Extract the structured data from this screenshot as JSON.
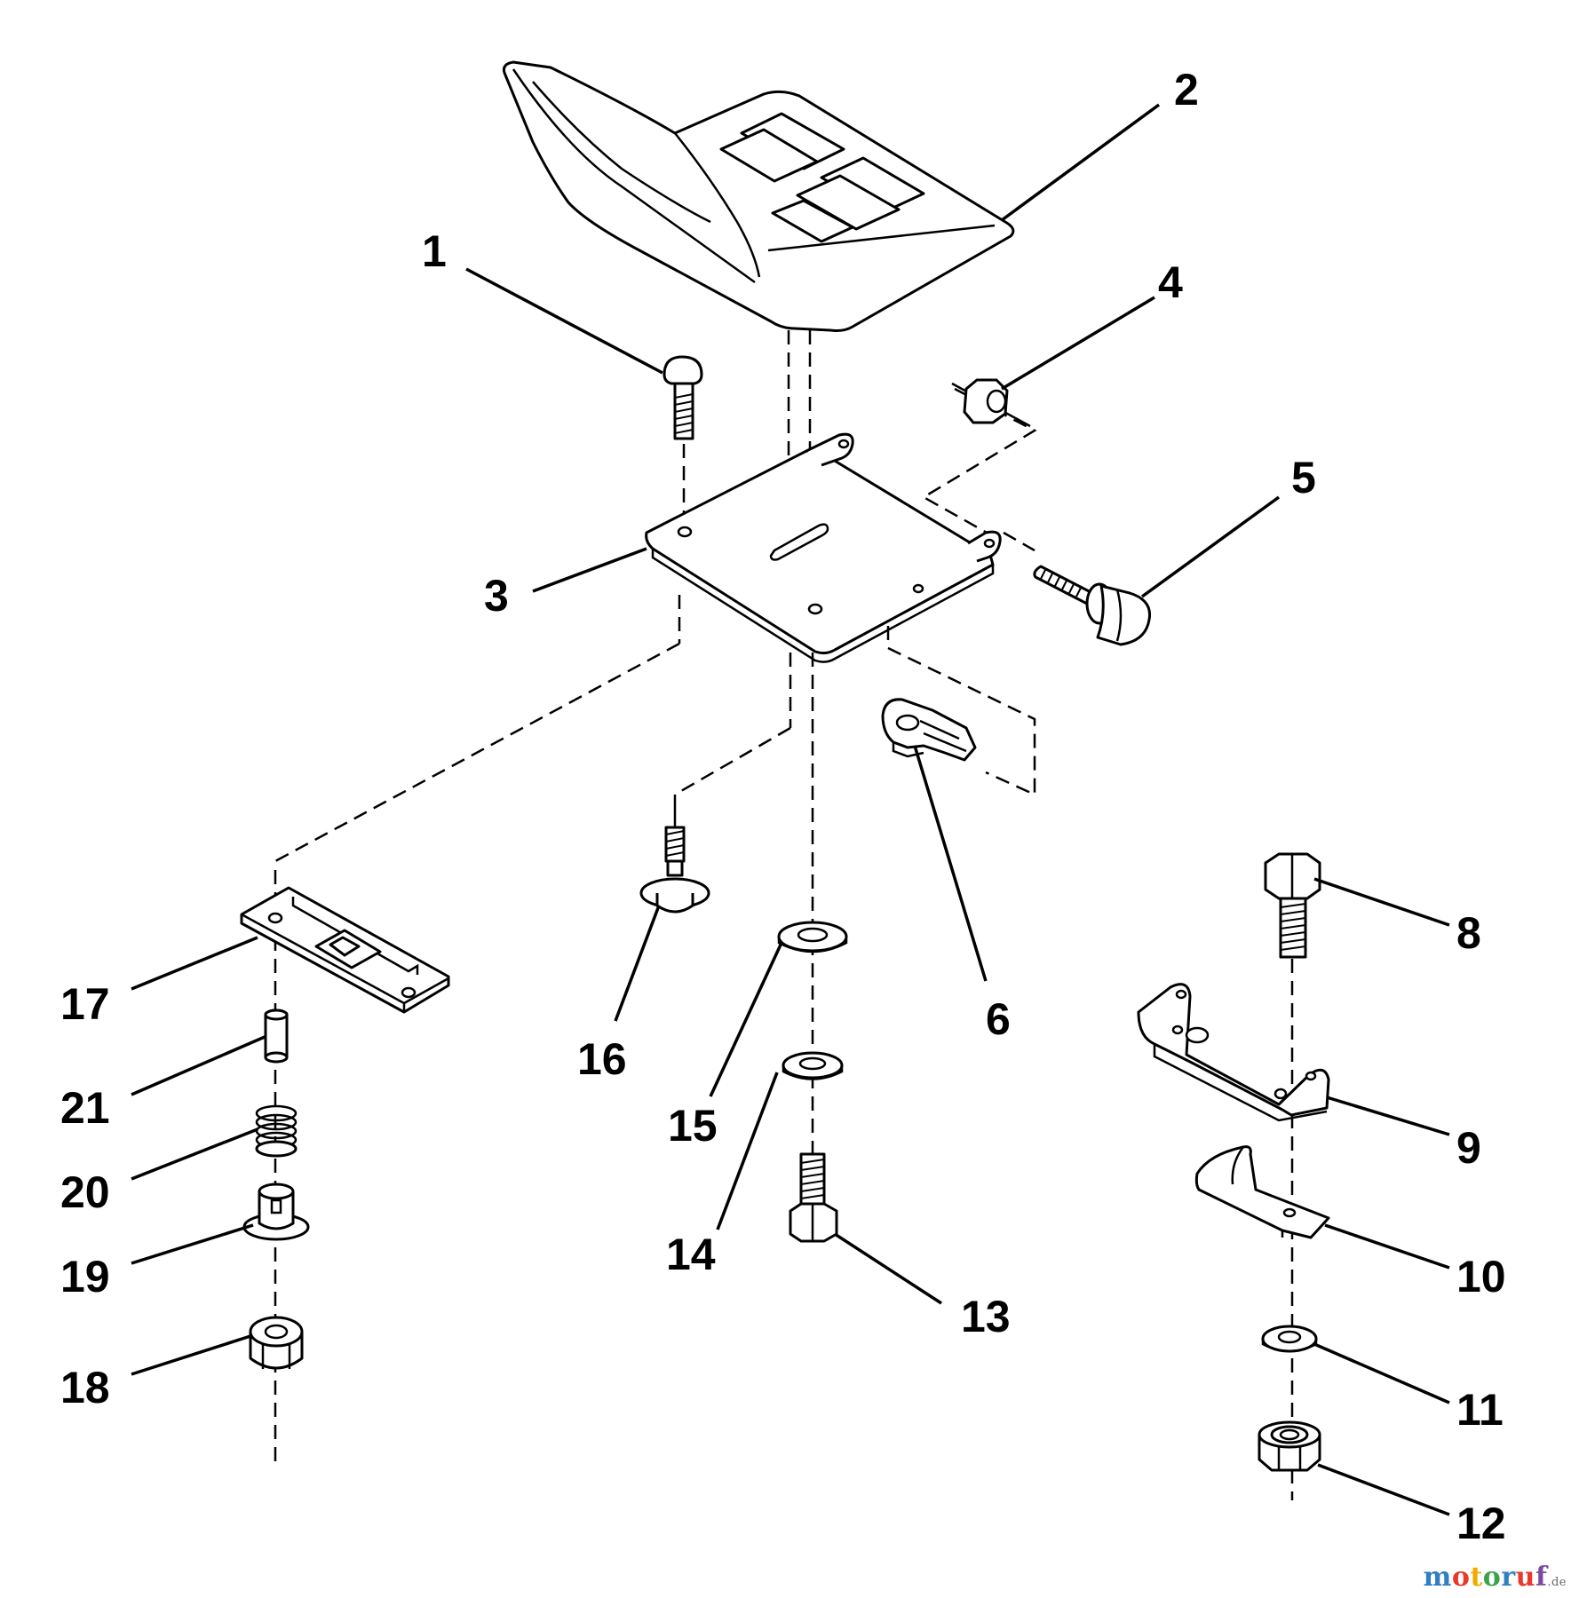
{
  "diagram": {
    "callouts": [
      "1",
      "2",
      "3",
      "4",
      "5",
      "6",
      "8",
      "9",
      "10",
      "11",
      "12",
      "13",
      "14",
      "15",
      "16",
      "17",
      "18",
      "19",
      "20",
      "21"
    ]
  },
  "watermark": {
    "text": "motoruf",
    "tld": ".de",
    "colors": [
      "#2f7fc1",
      "#e8392b",
      "#f2a900",
      "#3aa34a",
      "#2f7fc1",
      "#e8392b",
      "#7a4aa0"
    ]
  }
}
